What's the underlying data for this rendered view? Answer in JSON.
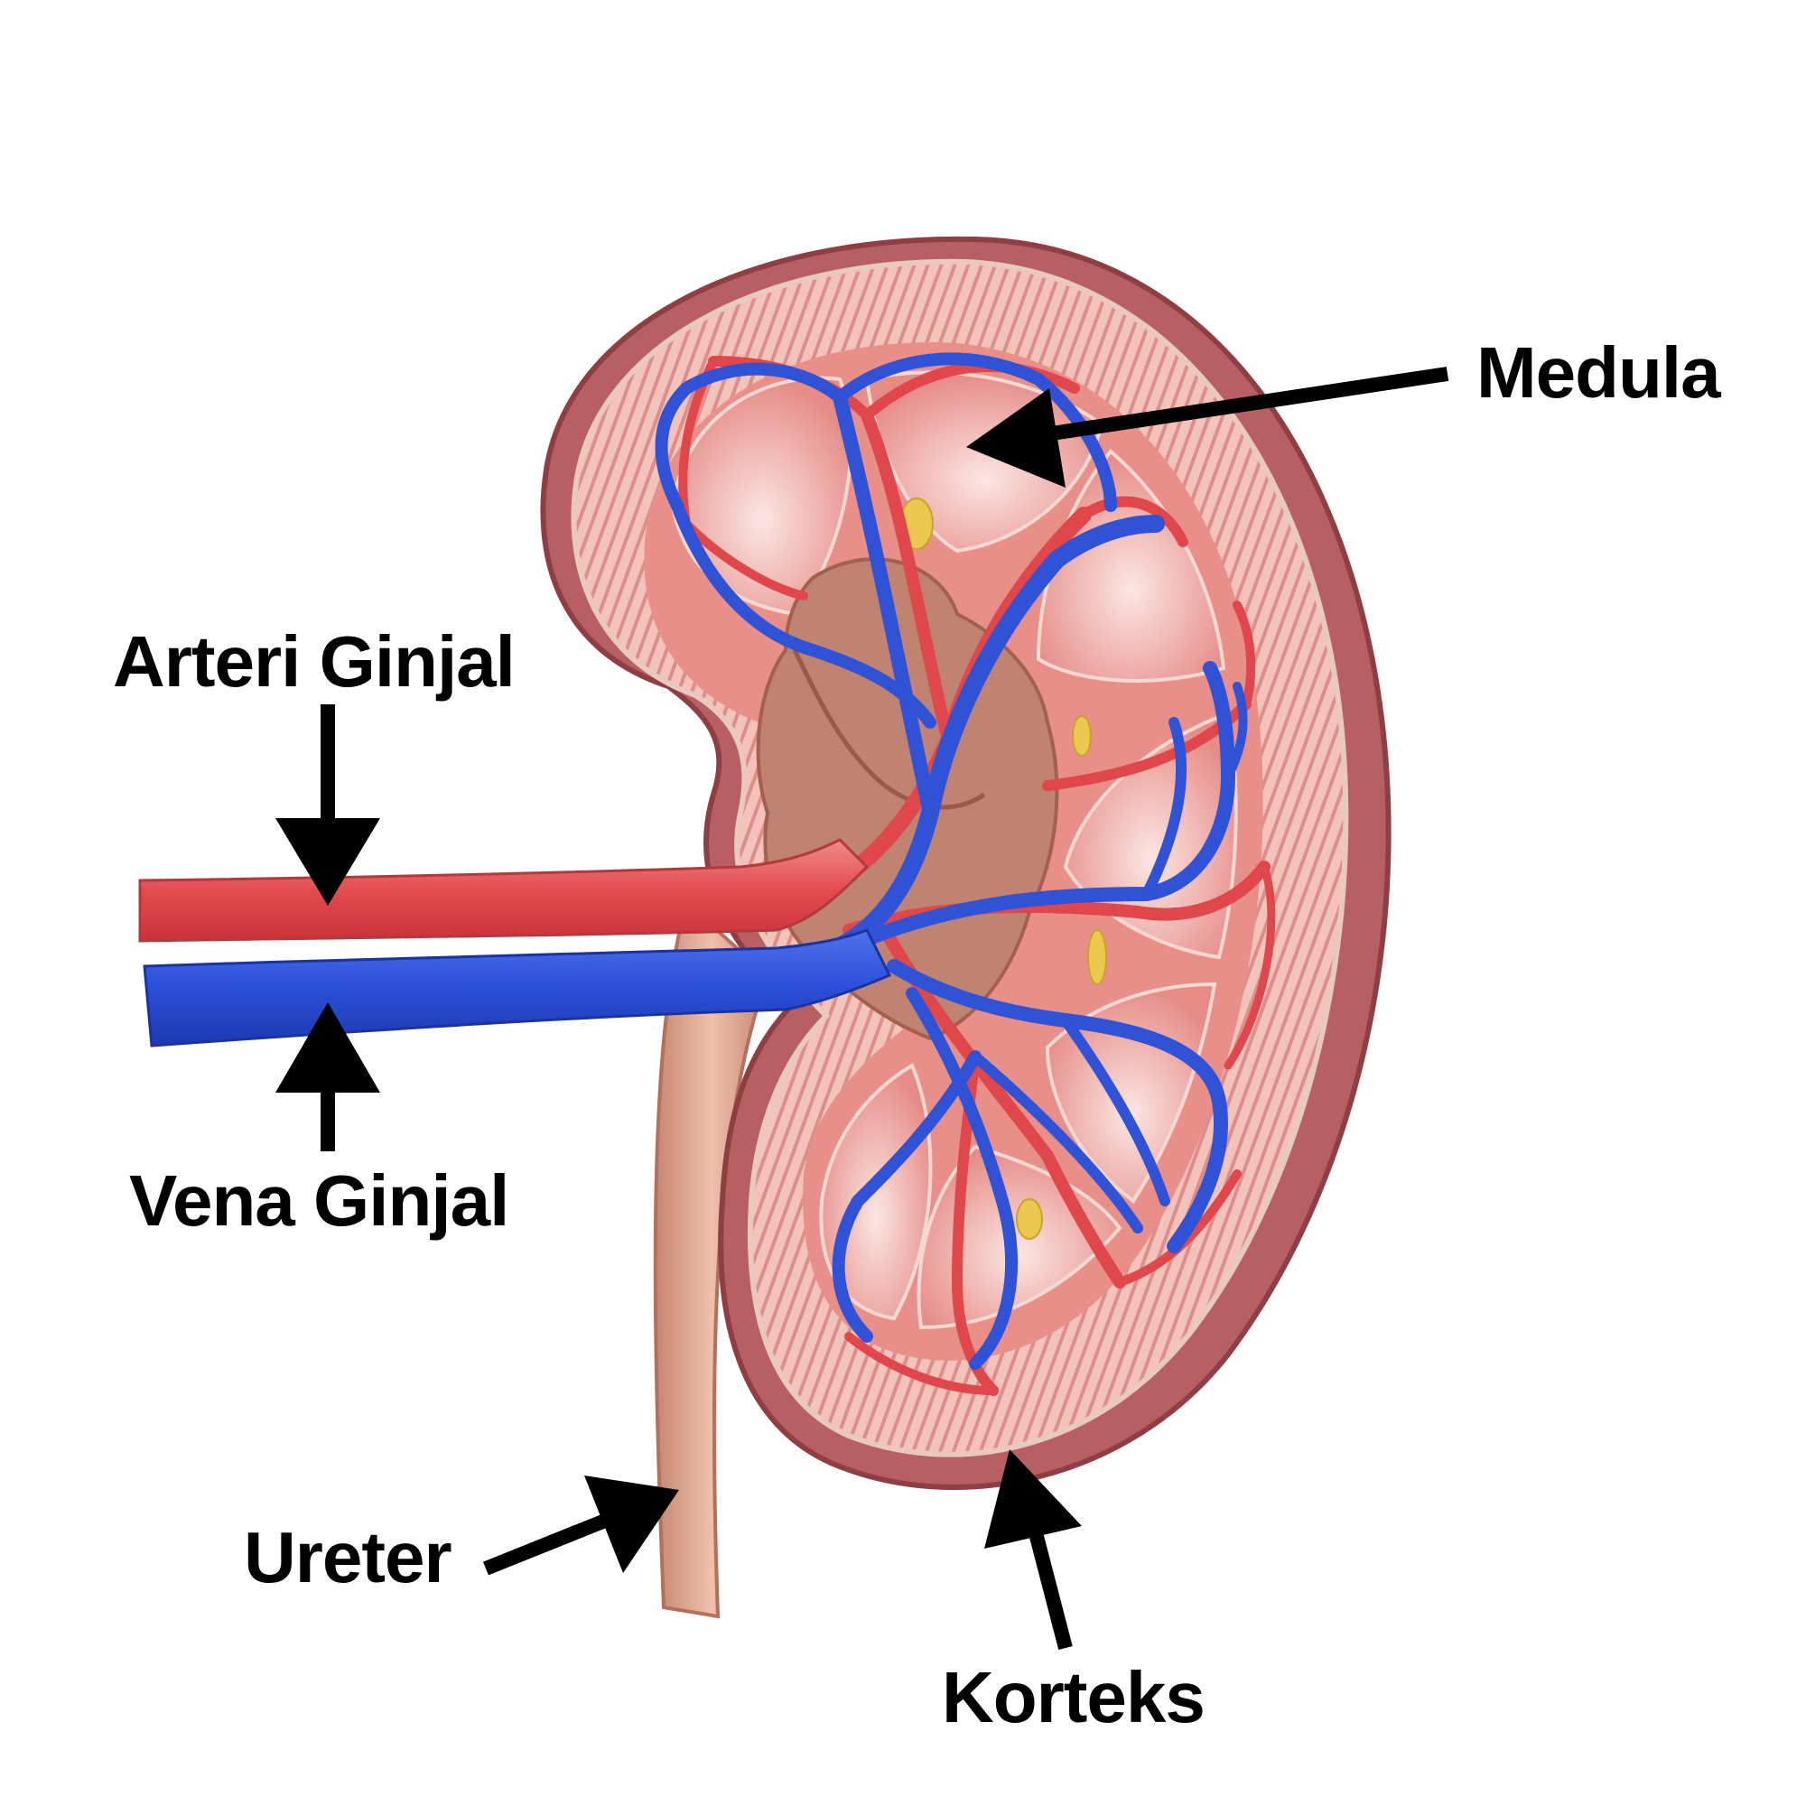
{
  "labels": {
    "medula": "Medula",
    "arteri": "Arteri Ginjal",
    "vena": "Vena Ginjal",
    "ureter": "Ureter",
    "korteks": "Korteks"
  },
  "colors": {
    "capsule": "#b05a5e",
    "cortex": "#f0b8b0",
    "cortex_stripe": "#d98a86",
    "medulla": "#ec9f9a",
    "pelvis": "#c98a74",
    "artery": "#e0474a",
    "vein": "#2f52d6",
    "ureter": "#e0a994",
    "fat": "#e8c64a",
    "arrow": "#000000"
  }
}
